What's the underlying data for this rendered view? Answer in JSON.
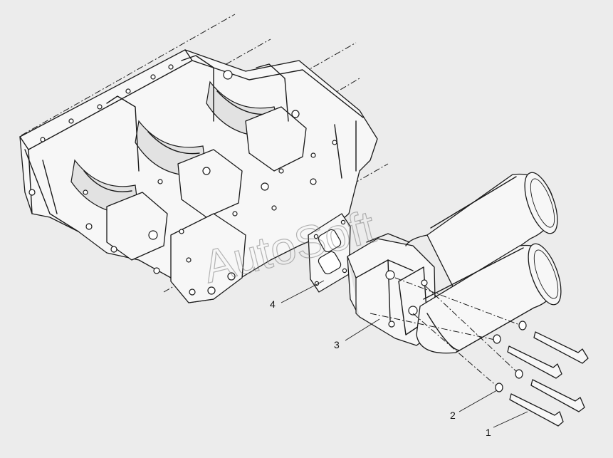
{
  "watermark": "AutoSoft",
  "callouts": [
    {
      "id": "1",
      "label": "1"
    },
    {
      "id": "2",
      "label": "2"
    },
    {
      "id": "3",
      "label": "3"
    },
    {
      "id": "4",
      "label": "4"
    }
  ],
  "colors": {
    "background": "#ececec",
    "line": "#1a1a1a"
  }
}
